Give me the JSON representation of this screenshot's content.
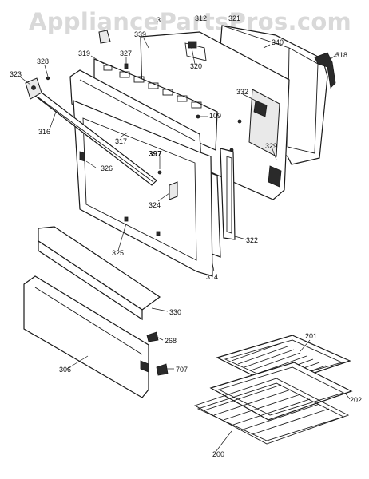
{
  "watermark": "AppliancePartsPros.com",
  "callouts": {
    "c323": "323",
    "c328": "328",
    "c316": "316",
    "c319": "319",
    "c327": "327",
    "c339": "339",
    "c320": "320",
    "c340": "340",
    "c318": "318",
    "c332": "332",
    "c109": "109",
    "c317": "317",
    "c397": "397",
    "c326": "326",
    "c324": "324",
    "c329": "329",
    "c322": "322",
    "c325": "325",
    "c314": "314",
    "c330": "330",
    "c268": "268",
    "c306": "306",
    "c707": "707",
    "c201": "201",
    "c202": "202",
    "c200": "200",
    "c_top1": "3",
    "c_top2": "312",
    "c_top3": "321"
  }
}
